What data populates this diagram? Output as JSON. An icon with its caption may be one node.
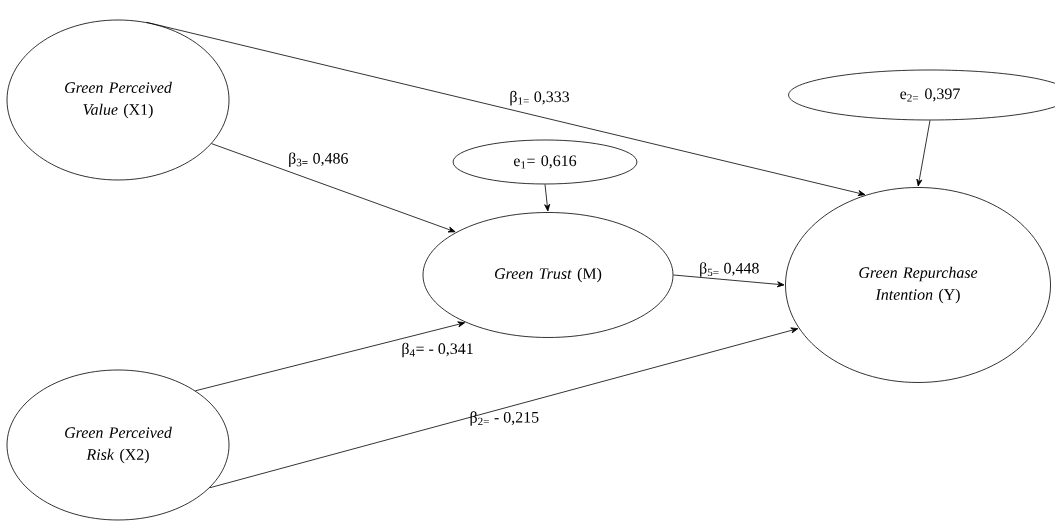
{
  "diagram": {
    "nodes": [
      {
        "text": [
          "*Green Perceived Value* (X1)"
        ]
      },
      {
        "text": [
          "e$_{1}$= 0,616"
        ]
      },
      {
        "text": [
          "e$_{2=}$ 0,397"
        ]
      },
      {
        "text": [
          "*Green Trust* (M)"
        ]
      },
      {
        "text": [
          "*Green Repurchase Intention* (Y)"
        ]
      },
      {
        "text": [
          "*Green Perceived Risk* (X2)"
        ]
      }
    ],
    "edges": [
      {
        "from": 0,
        "to": 4,
        "arrow": "to",
        "label": "β$_{1=}$ 0,333"
      },
      {
        "from": 0,
        "to": 3,
        "arrow": "to",
        "label": "β$_{3=}$ 0,486"
      },
      {
        "from": 1,
        "to": 3,
        "arrow": "to"
      },
      {
        "from": 2,
        "to": 4,
        "arrow": "to"
      },
      {
        "from": 3,
        "to": 4,
        "arrow": "to",
        "label": "β$_{5=}$ 0,448"
      },
      {
        "from": 5,
        "to": 3,
        "arrow": "to",
        "label": "β$_{4}$= - 0,341"
      },
      {
        "from": 5,
        "to": 4,
        "arrow": "to",
        "label": "β$_{2=}$ - 0,215"
      }
    ]
  }
}
